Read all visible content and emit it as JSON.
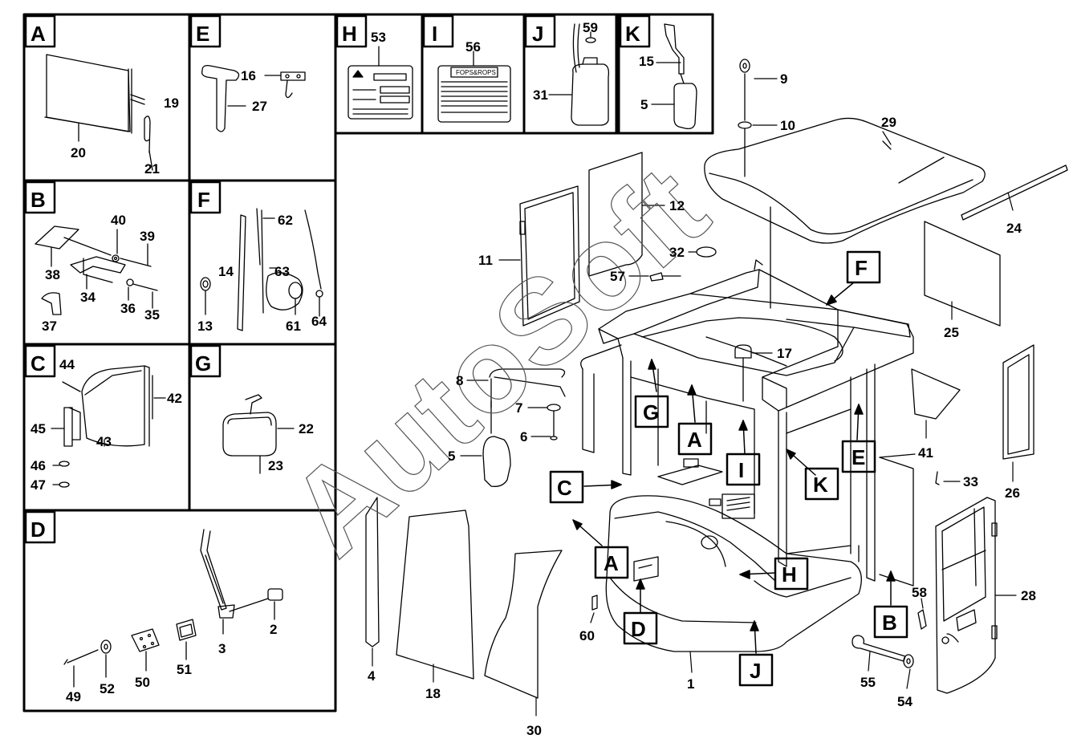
{
  "panels": [
    {
      "letter": "A",
      "parts": [
        "19",
        "20",
        "21"
      ]
    },
    {
      "letter": "E",
      "parts": [
        "16",
        "27"
      ]
    },
    {
      "letter": "H",
      "parts": [
        "53"
      ]
    },
    {
      "letter": "I",
      "parts": [
        "56"
      ]
    },
    {
      "letter": "J",
      "parts": [
        "59",
        "31"
      ]
    },
    {
      "letter": "K",
      "parts": [
        "15",
        "5"
      ]
    },
    {
      "letter": "B",
      "parts": [
        "40",
        "39",
        "38",
        "34",
        "36",
        "35",
        "37"
      ]
    },
    {
      "letter": "F",
      "parts": [
        "62",
        "63",
        "14",
        "13",
        "61",
        "64"
      ]
    },
    {
      "letter": "C",
      "parts": [
        "44",
        "42",
        "45",
        "43",
        "46",
        "47"
      ]
    },
    {
      "letter": "G",
      "parts": [
        "22",
        "23"
      ]
    },
    {
      "letter": "D",
      "parts": [
        "2",
        "3",
        "49",
        "52",
        "50",
        "51"
      ]
    }
  ],
  "plate_text": {
    "i_title": "FOPS&ROPS"
  },
  "main_parts": [
    "1",
    "4",
    "5",
    "6",
    "7",
    "8",
    "9",
    "10",
    "11",
    "12",
    "17",
    "18",
    "24",
    "25",
    "26",
    "28",
    "29",
    "30",
    "32",
    "33",
    "41",
    "54",
    "55",
    "57",
    "58",
    "60"
  ],
  "view_tags": [
    "F",
    "G",
    "A",
    "I",
    "C",
    "K",
    "E",
    "A",
    "H",
    "D",
    "J",
    "B"
  ],
  "watermark": "AutoSoft"
}
